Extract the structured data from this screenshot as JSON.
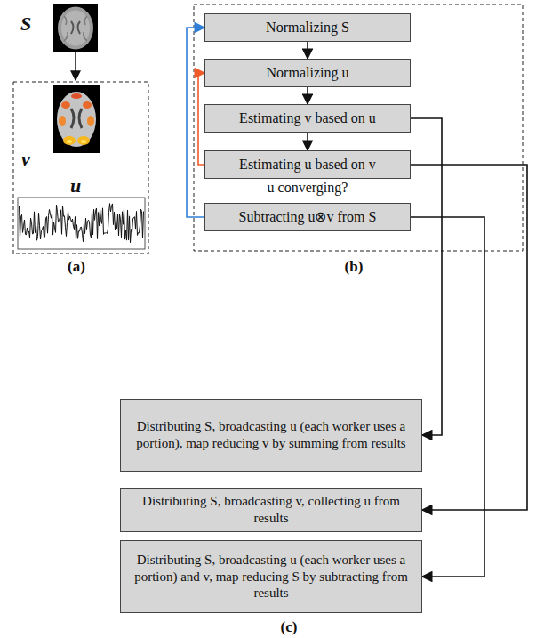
{
  "diagram": {
    "nodes": [
      {
        "text": [
          "Normalizing S"
        ]
      },
      {
        "text": [
          "Normalizing u"
        ]
      },
      {
        "text": [
          "Estimating v based on u"
        ]
      },
      {
        "text": [
          "Estimating u based on v"
        ]
      },
      {
        "text": [
          "Subtracting u⊗v from S"
        ]
      },
      {
        "text": [
          "Distributing S, broadcasting u (each worker uses a portion), map reducing v by summing from results"
        ]
      },
      {
        "text": [
          "Distributing S, broadcasting v, collecting u from results"
        ]
      },
      {
        "text": [
          "Distributing S, broadcasting u (each worker uses a portion) and v, map reducing S by subtracting from results"
        ]
      }
    ],
    "edges": [
      {
        "from": 0,
        "to": 1,
        "arrow": "to"
      },
      {
        "from": 1,
        "to": 2,
        "arrow": "to"
      },
      {
        "from": 2,
        "to": 3,
        "arrow": "to"
      },
      {
        "from": 4,
        "to": 0,
        "arrow": "to"
      },
      {
        "from": 3,
        "to": 1,
        "arrow": "to"
      },
      {
        "from": 2,
        "to": 5,
        "arrow": "to"
      },
      {
        "from": 3,
        "to": 6,
        "arrow": "to"
      },
      {
        "from": 4,
        "to": 7,
        "arrow": "to"
      }
    ],
    "labels": [
      "S",
      "v",
      "u",
      "(a)",
      "u converging?",
      "(b)",
      "(c)"
    ]
  }
}
